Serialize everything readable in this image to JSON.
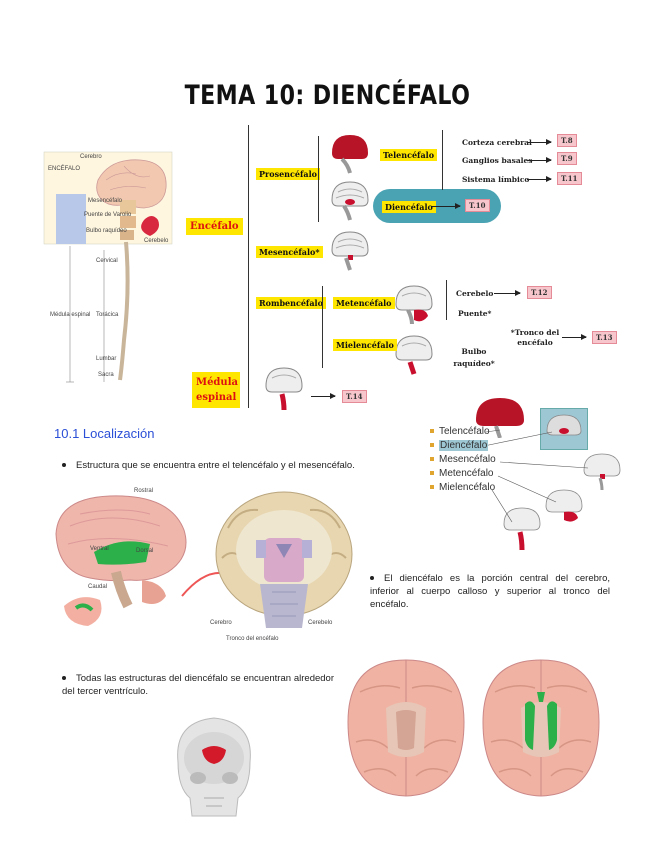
{
  "page": {
    "title": "TEMA 10: DIENCÉFALO"
  },
  "diagram": {
    "left_figure": {
      "labels": [
        "Cerebro",
        "ENCÉFALO",
        "Mesencéfalo",
        "Puente de Varolio",
        "Bulbo raquídeo",
        "Cerebelo",
        "Cervical",
        "Médula espinal",
        "Torácica",
        "Lumbar",
        "Sacra"
      ]
    },
    "encefalo": "Encéfalo",
    "prosencefalo": "Prosencéfalo",
    "mesencefalo": "Mesencéfalo*",
    "rombencefalo": "Rombencéfalo",
    "medula": "Médula espinal",
    "telencefalo": "Telencéfalo",
    "diencefalo": "Diencéfalo",
    "metencefalo": "Metencéfalo",
    "mielencefalo": "Mielencéfalo",
    "corteza": "Corteza cerebral",
    "ganglios": "Ganglios basales",
    "limbico": "Sistema límbico",
    "cerebelo": "Cerebelo",
    "puente": "Puente*",
    "bulbo": "Bulbo raquídeo*",
    "tronco": "*Tronco del encéfalo",
    "tags": {
      "t8": "T.8",
      "t9": "T.9",
      "t11": "T.11",
      "t10": "T.10",
      "t12": "T.12",
      "t13": "T.13",
      "t14": "T.14"
    }
  },
  "section": {
    "heading": "10.1 Localización"
  },
  "bullets": {
    "b1": "Estructura que se encuentra entre el telencéfalo y el mesencéfalo.",
    "b2": "El diencéfalo es la porción central del cerebro, inferior al cuerpo calloso y superior al tronco del encéfalo.",
    "b3": "Todas las estructuras del diencéfalo se encuentran alrededor del tercer ventrículo."
  },
  "legend": {
    "items": [
      "Telencéfalo",
      "Diencéfalo",
      "Mesencéfalo",
      "Metencéfalo",
      "Mielencéfalo"
    ]
  },
  "figure_labels": {
    "rostral": "Rostral",
    "ventral": "Ventral",
    "dorsal": "Dorsal",
    "caudal": "Caudal",
    "cerebro": "Cerebro",
    "cerebelo": "Cerebelo",
    "tronco": "Tronco del encéfalo"
  },
  "colors": {
    "yellow": "#ffe600",
    "teal": "#4aa3b3",
    "pink_tag": "#f6c6cc",
    "accent_blue": "#2b4fd6",
    "brain_red": "#c8102e",
    "green": "#22a63a"
  }
}
